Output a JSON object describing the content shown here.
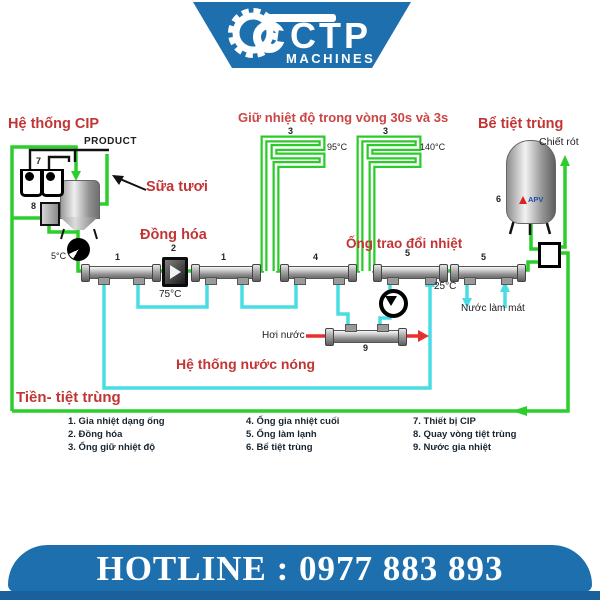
{
  "colors": {
    "pipe_green": "#2dcd2d",
    "pipe_cyan": "#48dde4",
    "label_red": "#c23535",
    "brand_blue": "#1e6fad",
    "steam_red": "#e53030"
  },
  "logo": {
    "brand": "CTP",
    "sub": "MACHINES"
  },
  "hotline": {
    "label": "HOTLINE : 0977 883 893"
  },
  "diagram": {
    "labels": {
      "cip": "Hệ thống CIP",
      "product": "PRODUCT",
      "fresh_milk": "Sữa tươi",
      "homogenizer": "Đồng hóa",
      "hold_time": "Giữ nhiệt độ trong vòng 30s và 3s",
      "temp95": "95°C",
      "temp140": "140°C",
      "temp5": "5°C",
      "temp75": "75°C",
      "temp25": "25°C",
      "sterile_tank": "Bể tiệt trùng",
      "filling": "Chiết rót",
      "heat_exchanger": "Ống trao đổi nhiệt",
      "steam": "Hơi nước",
      "cooling_water": "Nước làm mát",
      "hot_water": "Hệ thống nước nóng",
      "pre_sterilization": "Tiền- tiệt trùng",
      "apv": "APV"
    },
    "tags": {
      "t1a": "1",
      "t2": "2",
      "t1b": "1",
      "t3a": "3",
      "t3b": "3",
      "t4": "4",
      "t5a": "5",
      "t5b": "5",
      "t6": "6",
      "t7": "7",
      "t8": "8",
      "t9": "9"
    },
    "legend": {
      "col1": [
        "1. Gia nhiệt dạng ống",
        "2. Đồng hóa",
        "3. Ống giữ nhiệt độ"
      ],
      "col2": [
        "4. Ống gia nhiệt cuối",
        "5. Ống làm lạnh",
        "6. Bể tiệt trùng"
      ],
      "col3": [
        "7. Thiết bị CIP",
        "8. Quay vòng tiệt trùng",
        "9. Nước gia nhiệt"
      ]
    }
  }
}
